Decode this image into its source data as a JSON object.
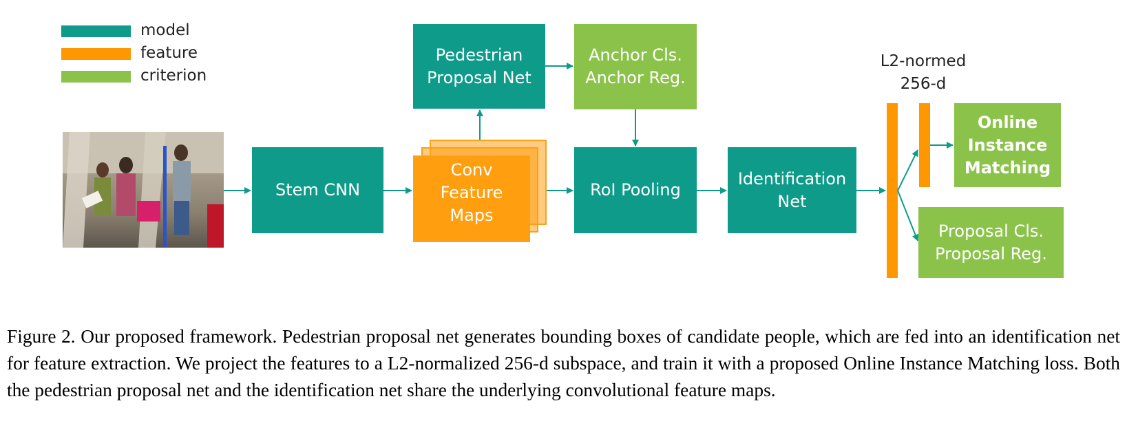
{
  "legend": [
    {
      "label": "model",
      "color": "#0e9b8a"
    },
    {
      "label": "feature",
      "color": "#ff9800"
    },
    {
      "label": "criterion",
      "color": "#8bc34a"
    }
  ],
  "nodes": {
    "stem_cnn": "Stem CNN",
    "conv_feature_maps": "Conv\nFeature\nMaps",
    "pedestrian_proposal_net": "Pedestrian\nProposal Net",
    "anchor_loss": "Anchor Cls.\nAnchor Reg.",
    "roi_pooling": "RoI Pooling",
    "identification_net": "Identification\nNet",
    "online_instance_matching": "Online\nInstance\nMatching",
    "proposal_loss": "Proposal Cls.\nProposal Reg."
  },
  "feature_label": "L2-normed\n256-d",
  "input_image": "street-scene-photo",
  "caption": "Figure 2. Our proposed framework. Pedestrian proposal net generates bounding boxes of candidate people, which are fed into an identification net for feature extraction. We project the features to a L2-normalized 256-d subspace, and train it with a proposed Online Instance Matching loss. Both the pedestrian proposal net and the identification net share the underlying convolutional feature maps."
}
